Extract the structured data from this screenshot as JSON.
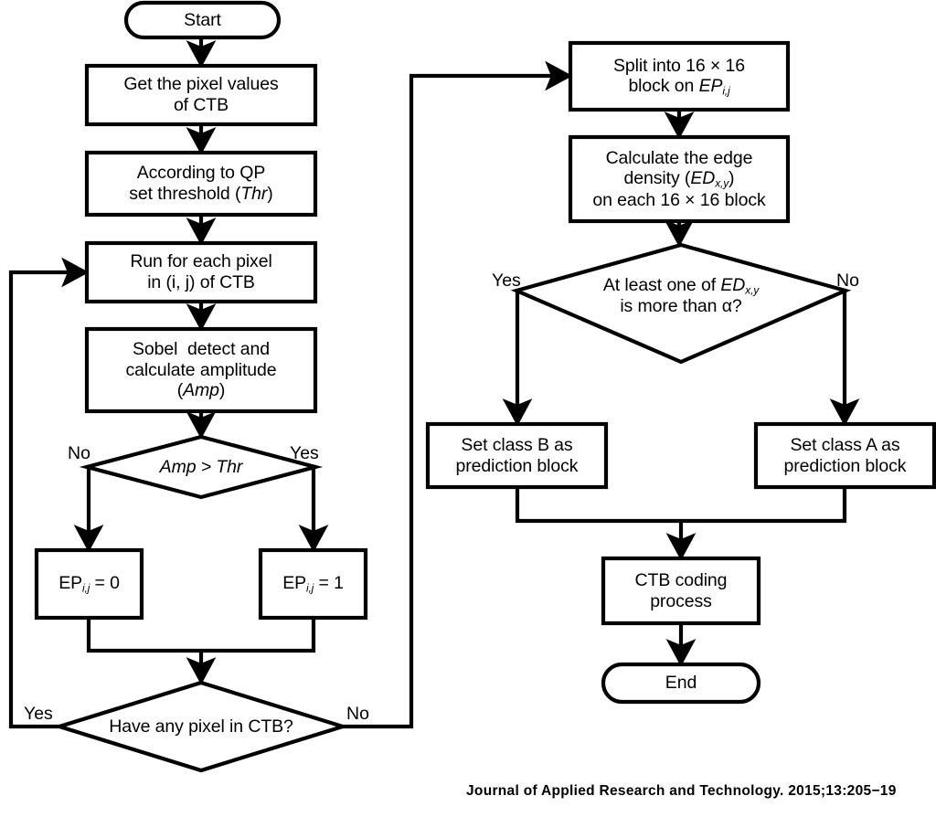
{
  "diagram": {
    "title_text_color": "#000000",
    "line_color": "#000000",
    "background": "#ffffff",
    "nodes": {
      "start": {
        "label": "Start",
        "shape": "terminator"
      },
      "get_pixels": {
        "label": "Get the pixel values\nof CTB",
        "shape": "process"
      },
      "set_threshold": {
        "label": "According to QP\nset threshold (Thr)",
        "shape": "process"
      },
      "run_each_pixel": {
        "label": "Run for each pixel\nin (i, j) of CTB",
        "shape": "process"
      },
      "sobel": {
        "label": "Sobel  detect and\ncalculate amplitude\n(Amp)",
        "shape": "process"
      },
      "amp_decision": {
        "label": "Amp > Thr",
        "shape": "decision"
      },
      "ep_zero": {
        "label": "EP i,j = 0",
        "shape": "process"
      },
      "ep_one": {
        "label": "EP i,j = 1",
        "shape": "process"
      },
      "have_pixel_decision": {
        "label": "Have any pixel in CTB?",
        "shape": "decision"
      },
      "split_blocks": {
        "label": "Split into 16 × 16\nblock on EP i,j",
        "shape": "process"
      },
      "edge_density": {
        "label": "Calculate the edge\ndensity (ED x,y )\non each 16 × 16 block",
        "shape": "process"
      },
      "ed_decision": {
        "label": "At least one of ED x,y\nis more than α?",
        "shape": "decision"
      },
      "class_b": {
        "label": "Set class B as\nprediction block",
        "shape": "process"
      },
      "class_a": {
        "label": "Set class A as\nprediction block",
        "shape": "process"
      },
      "ctb_coding": {
        "label": "CTB coding\nprocess",
        "shape": "process"
      },
      "end": {
        "label": "End",
        "shape": "terminator"
      }
    },
    "edge_labels": {
      "amp_no": "No",
      "amp_yes": "Yes",
      "have_pixel_yes": "Yes",
      "have_pixel_no": "No",
      "ed_yes": "Yes",
      "ed_no": "No"
    }
  },
  "footer": {
    "citation": "Journal of Applied Research and Technology. 2015;13:205−19"
  }
}
